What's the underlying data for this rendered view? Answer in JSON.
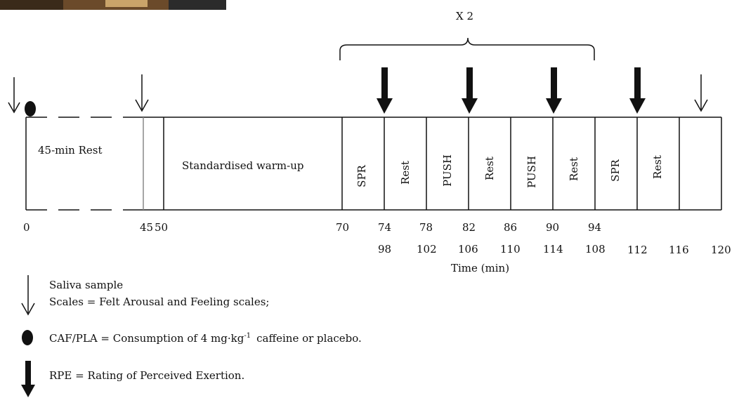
{
  "repeat_label": "X 2",
  "blocks": {
    "rest45": "45-min Rest",
    "warmup": "Standardised warm-up",
    "b1": "SPR",
    "b2": "Rest",
    "b3": "PUSH",
    "b4": "Rest",
    "b5": "PUSH",
    "b6": "Rest",
    "b7": "SPR",
    "b8": "Rest"
  },
  "ticks_row1": [
    "0",
    "45",
    "50",
    "70",
    "74",
    "78",
    "82",
    "86",
    "90",
    "94"
  ],
  "ticks_row2": [
    "98",
    "102",
    "106",
    "110",
    "114",
    "108",
    "112",
    "116",
    "120"
  ],
  "axis_label": "Time (min)",
  "legend": {
    "saliva_line1": "Saliva sample",
    "saliva_line2": "Scales = Felt Arousal and Feeling scales;",
    "caf": "CAF/PLA = Consumption of 4 mg·kg",
    "caf_sup": "-1",
    "caf_tail": "caffeine or placebo.",
    "rpe": "RPE = Rating of Perceived Exertion."
  },
  "icons": {
    "photo_corner": "photo-fragment",
    "thin_arrow": "thin-down-arrow-icon",
    "thick_arrow": "thick-down-arrow-icon",
    "dot": "filled-dot-icon"
  }
}
